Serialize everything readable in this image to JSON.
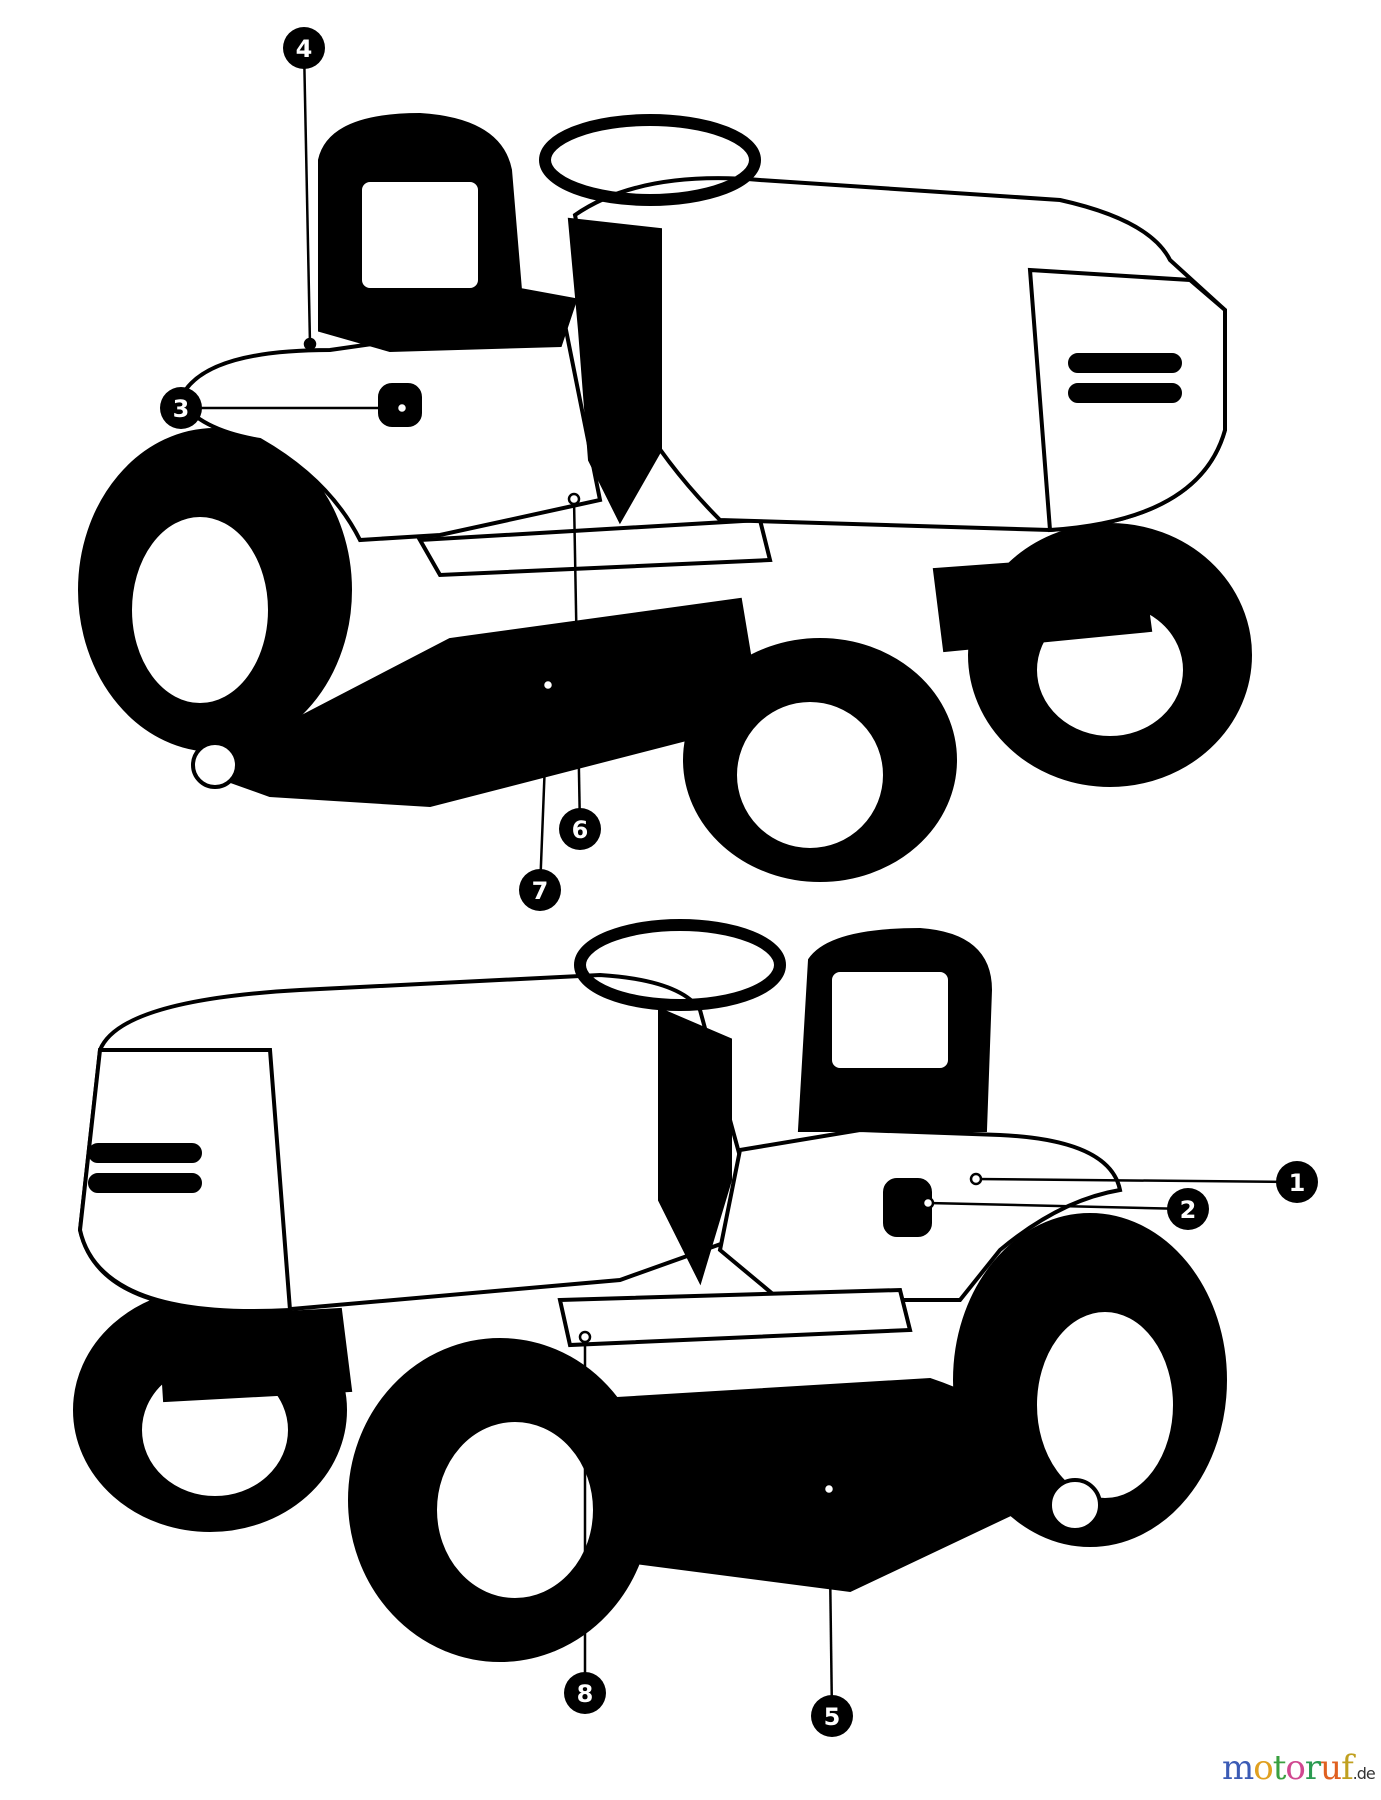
{
  "diagram": {
    "callouts": [
      {
        "label": "1",
        "target": "seat-adjust-lever-right"
      },
      {
        "label": "2",
        "target": "fender-control-right"
      },
      {
        "label": "3",
        "target": "fender-control-left"
      },
      {
        "label": "4",
        "target": "seat-rear-left"
      },
      {
        "label": "5",
        "target": "mower-deck"
      },
      {
        "label": "6",
        "target": "footrest-left"
      },
      {
        "label": "7",
        "target": "deck-hanger-left"
      },
      {
        "label": "8",
        "target": "footrest-right"
      }
    ],
    "colors": {
      "ink": "#000000",
      "paper": "#ffffff"
    }
  },
  "watermark": {
    "text": "motoruf",
    "tld": ".de",
    "colors": [
      "#3b5bb5",
      "#e0a020",
      "#3aa040",
      "#d04890",
      "#2a9a50",
      "#e06020",
      "#c0a020",
      "#d0b010"
    ]
  }
}
